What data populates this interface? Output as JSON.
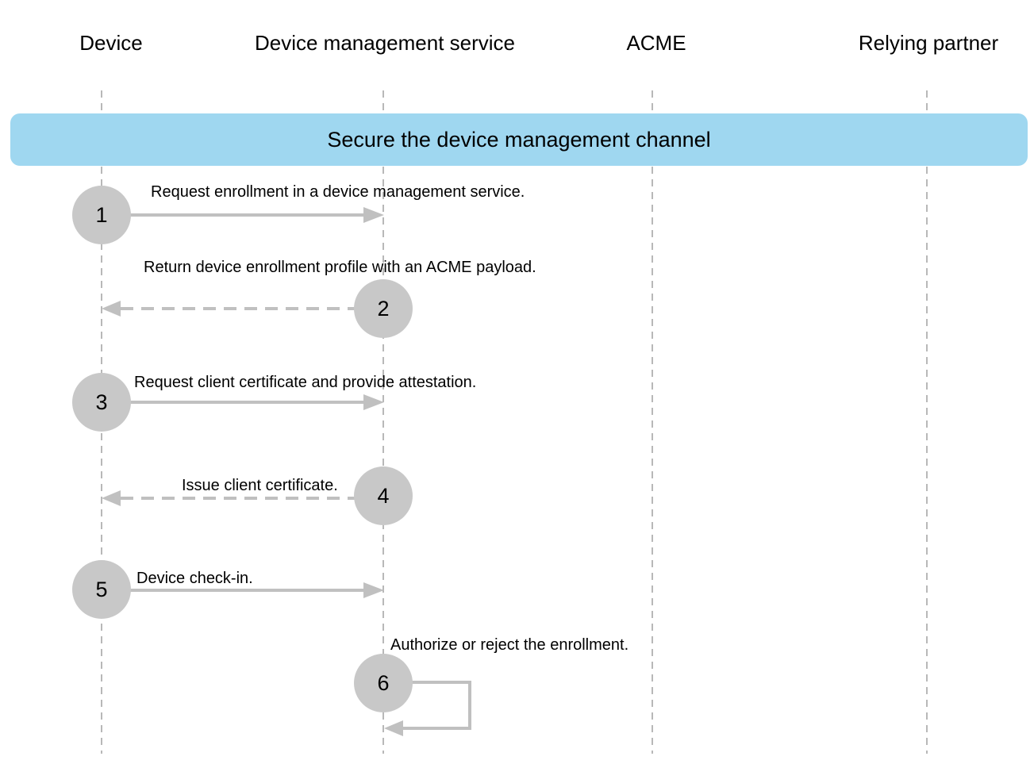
{
  "lanes": [
    {
      "id": "device",
      "title": "Device"
    },
    {
      "id": "dms",
      "title": "Device management service"
    },
    {
      "id": "acme",
      "title": "ACME"
    },
    {
      "id": "partner",
      "title": "Relying partner"
    }
  ],
  "banner": {
    "label": "Secure the device management channel"
  },
  "steps": [
    {
      "number": "1",
      "label": "Request enrollment in a device management service.",
      "from": "device",
      "to": "dms",
      "style": "solid"
    },
    {
      "number": "2",
      "label": "Return device enrollment profile with an ACME payload.",
      "from": "dms",
      "to": "device",
      "style": "dashed"
    },
    {
      "number": "3",
      "label": "Request client certificate and provide attestation.",
      "from": "device",
      "to": "dms",
      "style": "solid"
    },
    {
      "number": "4",
      "label": "Issue client certificate.",
      "from": "dms",
      "to": "device",
      "style": "dashed"
    },
    {
      "number": "5",
      "label": "Device check-in.",
      "from": "device",
      "to": "dms",
      "style": "solid"
    },
    {
      "number": "6",
      "label": "Authorize or reject the enrollment.",
      "from": "dms",
      "to": "dms",
      "style": "self"
    }
  ],
  "colors": {
    "banner": "#9fd7f0",
    "step_circle": "#c8c8c8",
    "arrow": "#c0c0c0",
    "lifeline": "#a0a0a0"
  }
}
